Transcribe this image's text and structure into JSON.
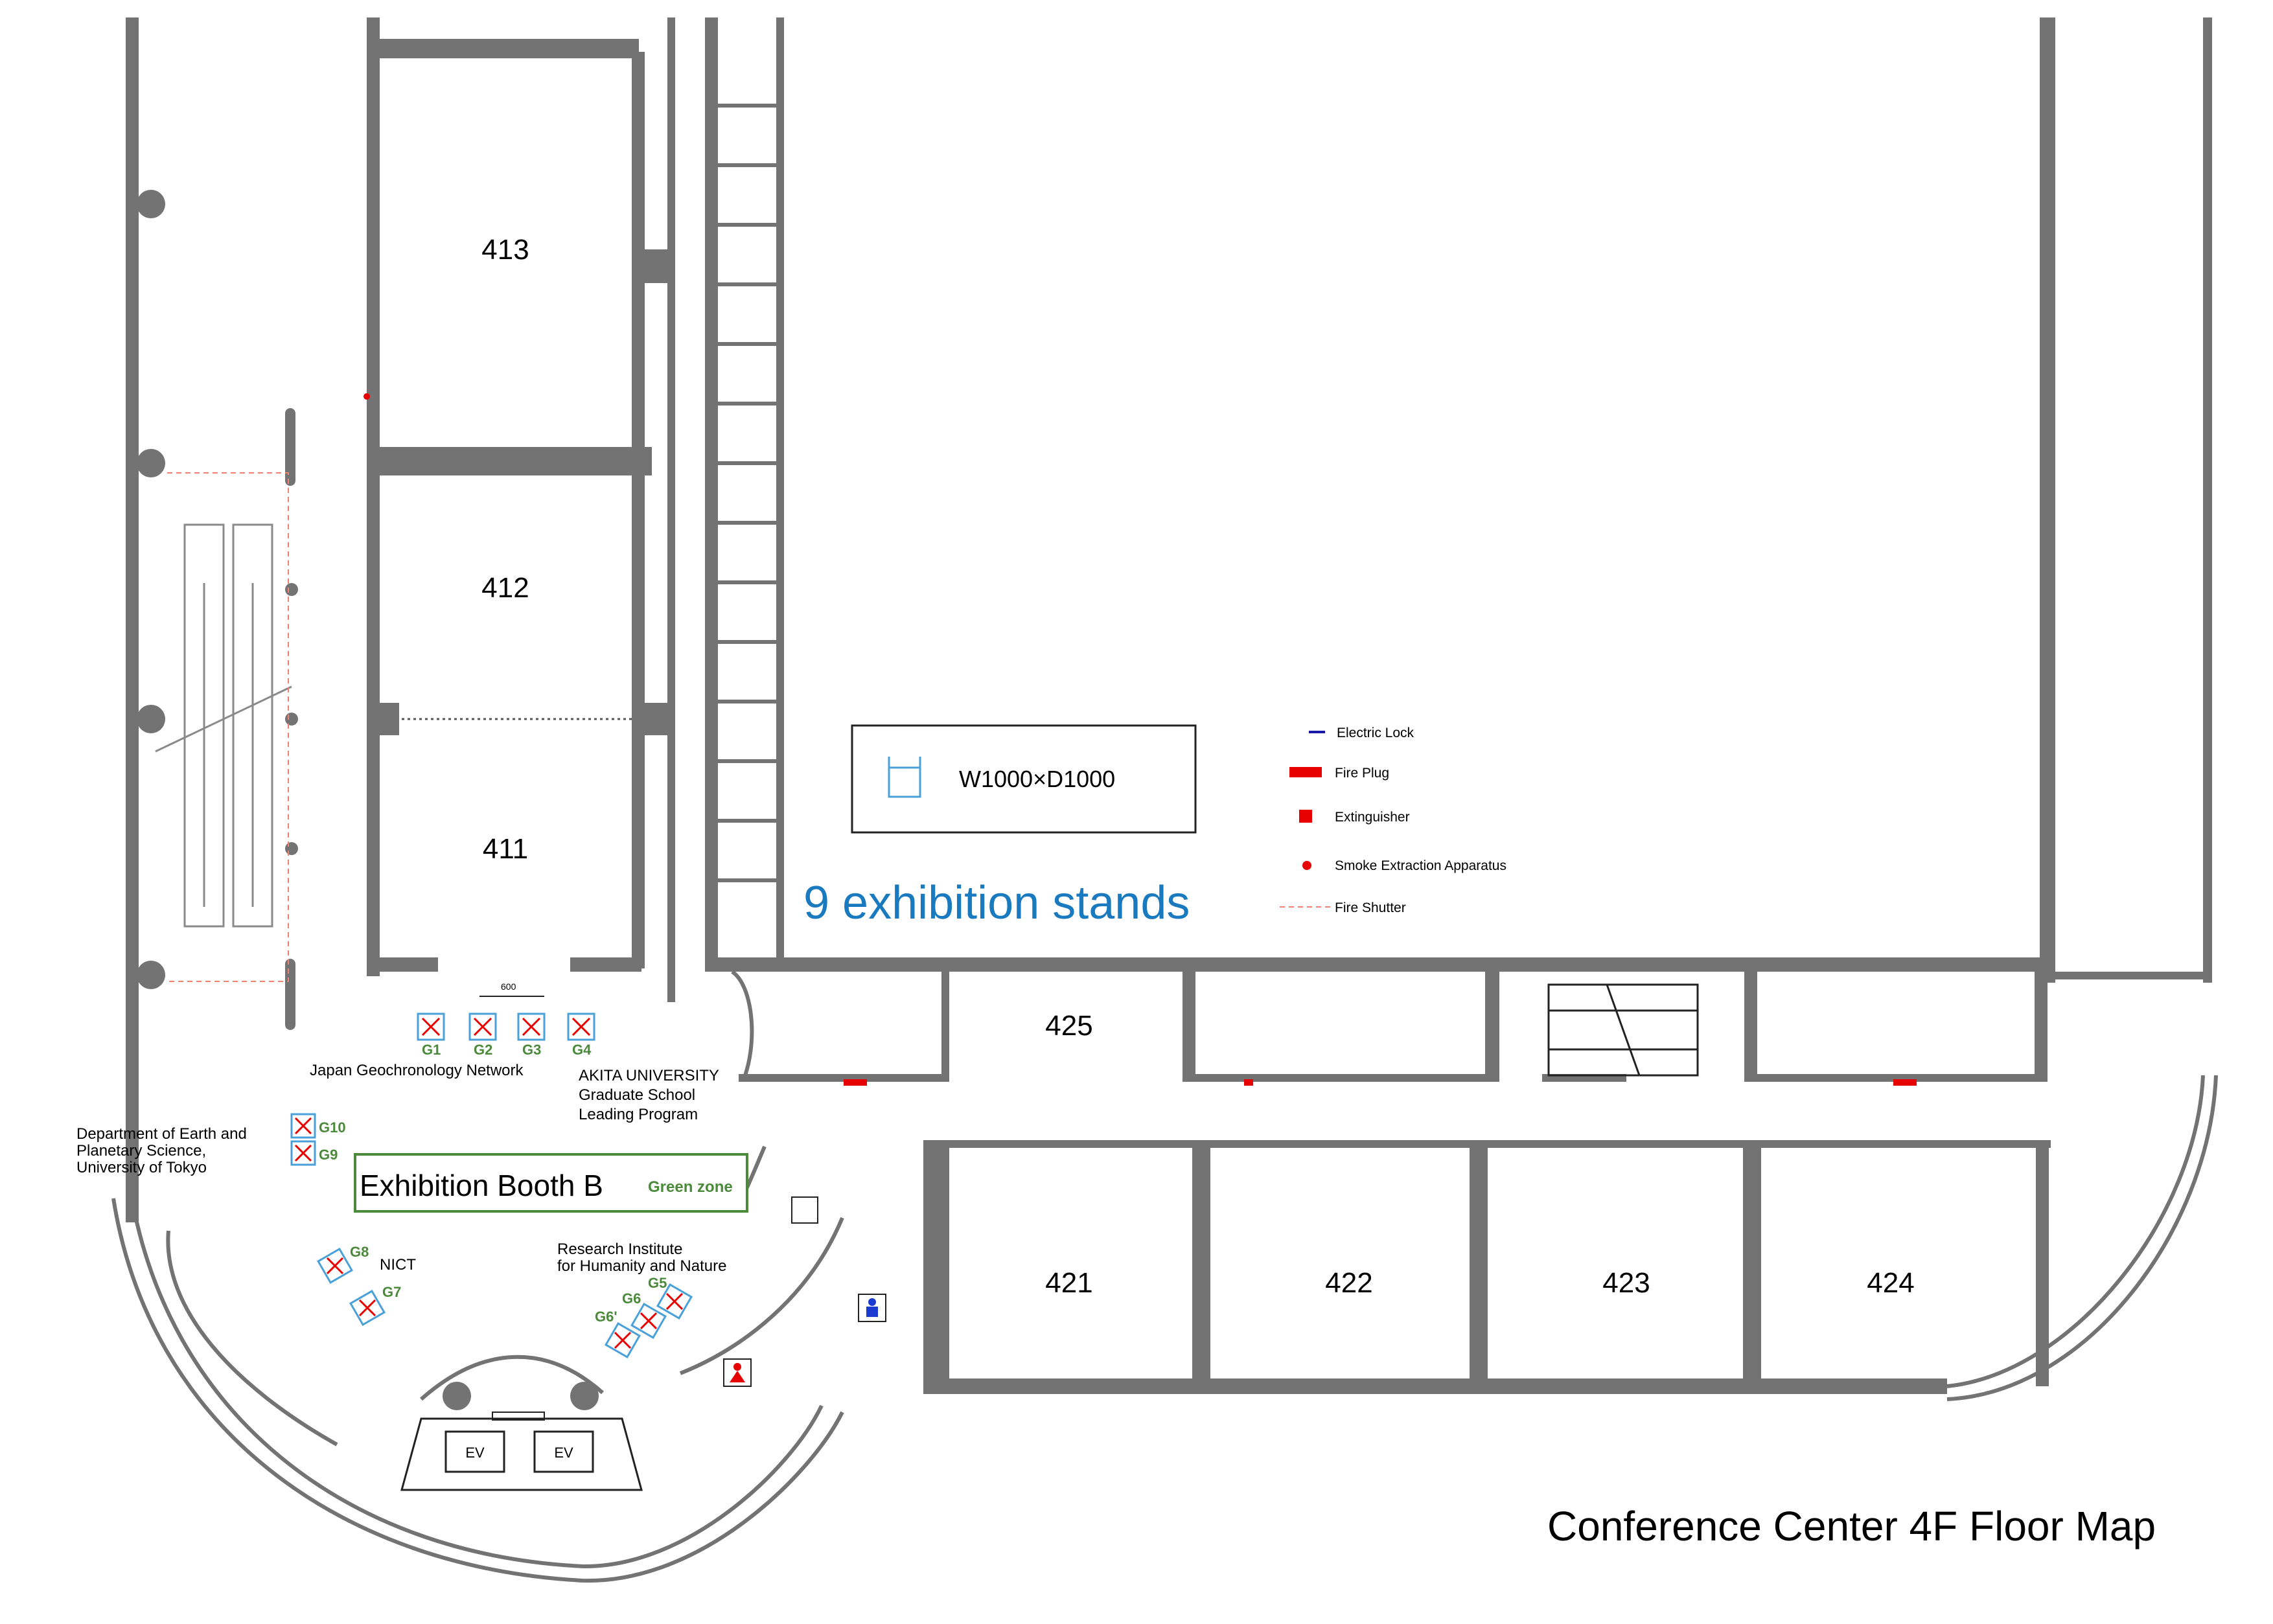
{
  "map": {
    "title": "Conference Center 4F Floor Map",
    "headline": "9 exhibition stands",
    "stand_size": "W1000×D1000",
    "booth_area": {
      "label": "Exhibition Booth B",
      "zone": "Green zone"
    },
    "dimension_note": "600",
    "rooms": [
      {
        "id": "413",
        "label": "413"
      },
      {
        "id": "412",
        "label": "412"
      },
      {
        "id": "411",
        "label": "411"
      },
      {
        "id": "425",
        "label": "425"
      },
      {
        "id": "421",
        "label": "421"
      },
      {
        "id": "422",
        "label": "422"
      },
      {
        "id": "423",
        "label": "423"
      },
      {
        "id": "424",
        "label": "424"
      }
    ],
    "booths": [
      "G1",
      "G2",
      "G3",
      "G4",
      "G5",
      "G6",
      "G6'",
      "G7",
      "G8",
      "G9",
      "G10"
    ],
    "exhibitors": {
      "japan_geochronology": "Japan Geochronology Network",
      "akita": [
        "AKITA UNIVERSITY",
        "Graduate School",
        "Leading Program"
      ],
      "tokyo": [
        "Department of Earth and",
        "Planetary Science,",
        "University of Tokyo"
      ],
      "nict": "NICT",
      "rihn": [
        "Research Institute",
        "for Humanity and Nature"
      ]
    },
    "elevators": [
      "EV",
      "EV"
    ],
    "legend": [
      {
        "label": "Electric Lock",
        "symbol": "blue-dash",
        "color": "#1a1aaa"
      },
      {
        "label": "Fire Plug",
        "symbol": "red-bar",
        "color": "#e60000"
      },
      {
        "label": "Extinguisher",
        "symbol": "red-square",
        "color": "#e60000"
      },
      {
        "label": "Smoke Extraction Apparatus",
        "symbol": "red-dot",
        "color": "#e60000"
      },
      {
        "label": "Fire Shutter",
        "symbol": "red-dashed-line",
        "color": "#f08070"
      }
    ],
    "colors": {
      "wall": "#737373",
      "headline": "#1a7ac0",
      "booth_green": "#4a8a3a",
      "booth_frame": "#4aa0d8",
      "red": "#e60000"
    }
  }
}
